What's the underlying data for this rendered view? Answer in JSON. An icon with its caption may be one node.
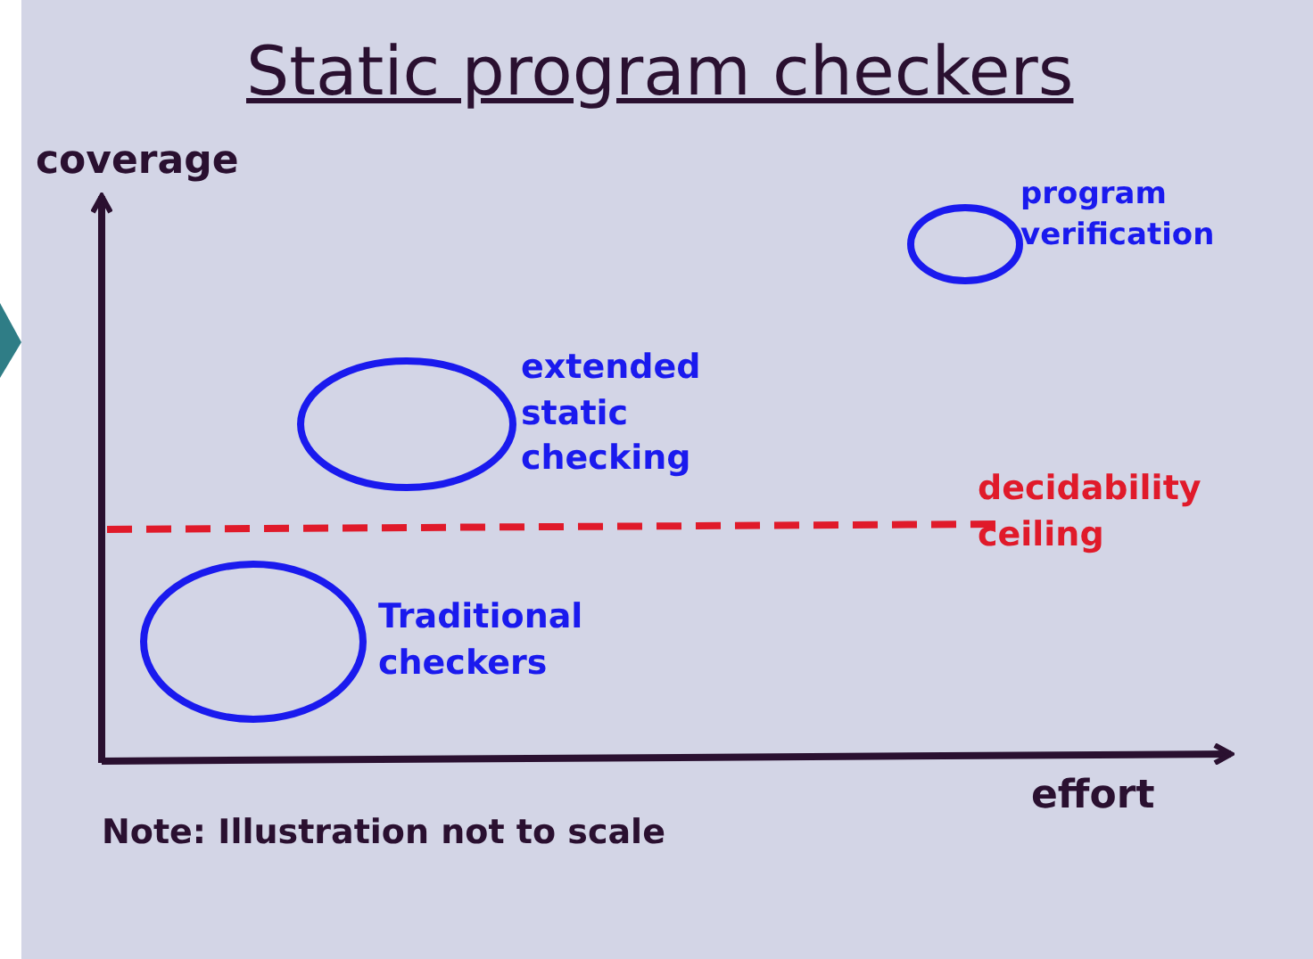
{
  "diagram": {
    "title": "Static program checkers",
    "nodes": [
      {
        "text": [],
        "shape": "circle",
        "beside": [
          "program verification"
        ]
      },
      {
        "text": [],
        "shape": "circle",
        "beside": [
          "extended static checking"
        ]
      },
      {
        "text": [],
        "shape": "circle",
        "beside": [
          "Traditional checkers"
        ]
      }
    ],
    "edges": [],
    "labels": [
      "coverage",
      "decidability ceiling",
      "effort",
      "Note: Illustration not to scale"
    ]
  }
}
